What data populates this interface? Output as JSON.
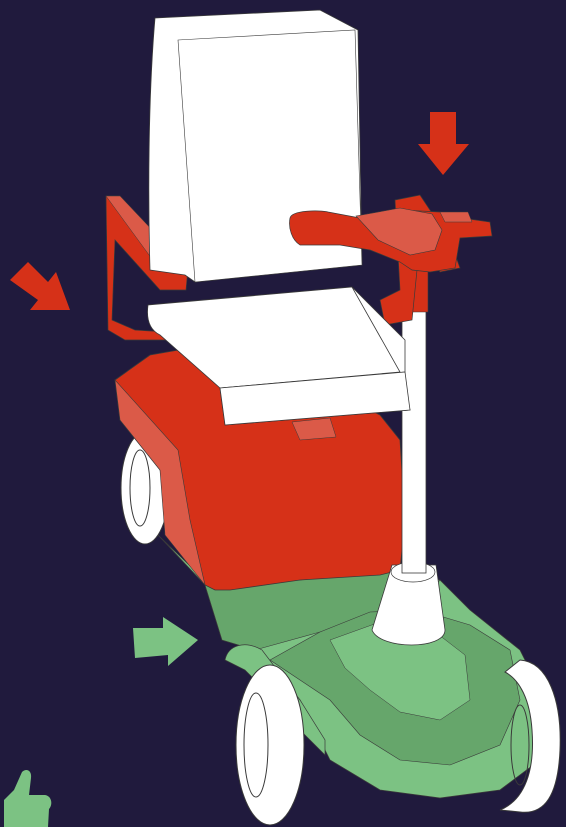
{
  "illustration": {
    "subject": "mobility-scooter",
    "colors": {
      "background": "#201a3d",
      "red": "#d63118",
      "red_light": "#db5a48",
      "green": "#7cc283",
      "green_dark": "#66a66b",
      "white": "#ffffff",
      "outline": "#3a3a3a"
    },
    "arrows": [
      {
        "name": "arrow-down-icon",
        "color": "red"
      },
      {
        "name": "arrow-down-right-icon",
        "color": "red"
      },
      {
        "name": "arrow-right-icon",
        "color": "green"
      }
    ],
    "badge": {
      "name": "thumbs-up-icon",
      "color": "green"
    }
  }
}
